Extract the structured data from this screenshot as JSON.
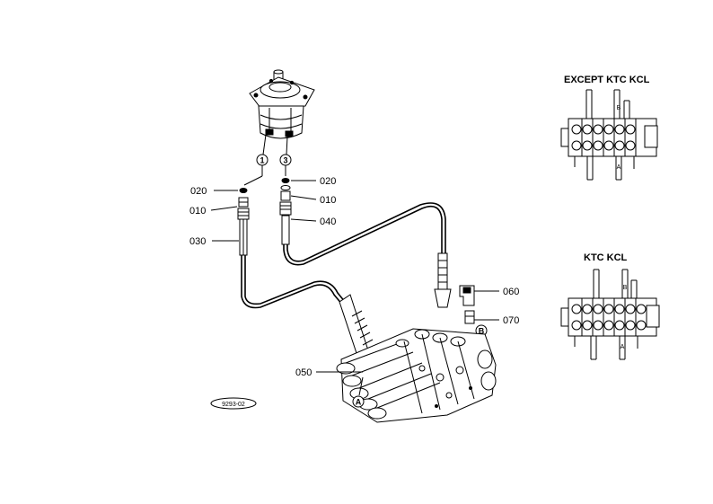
{
  "labels": {
    "p020_left": "020",
    "p010_left": "010",
    "p030": "030",
    "p020_right": "020",
    "p010_right": "010",
    "p040": "040",
    "p060": "060",
    "p070": "070",
    "p050": "050",
    "circle_1": "1",
    "circle_3": "3",
    "circle_a": "A",
    "circle_b": "B",
    "inset_top_a": "A",
    "inset_top_b": "B",
    "inset_bottom_a": "A",
    "inset_bottom_b": "B",
    "ref_code": "9293-02"
  },
  "headers": {
    "except": "EXCEPT KTC KCL",
    "ktc": "KTC KCL"
  },
  "icons": {
    "pilot_valve": "pilot-valve-icon",
    "control_valve": "control-valve-icon",
    "valve_bank": "valve-bank-schematic-icon"
  },
  "colors": {
    "ink": "#000000",
    "paper": "#ffffff"
  }
}
